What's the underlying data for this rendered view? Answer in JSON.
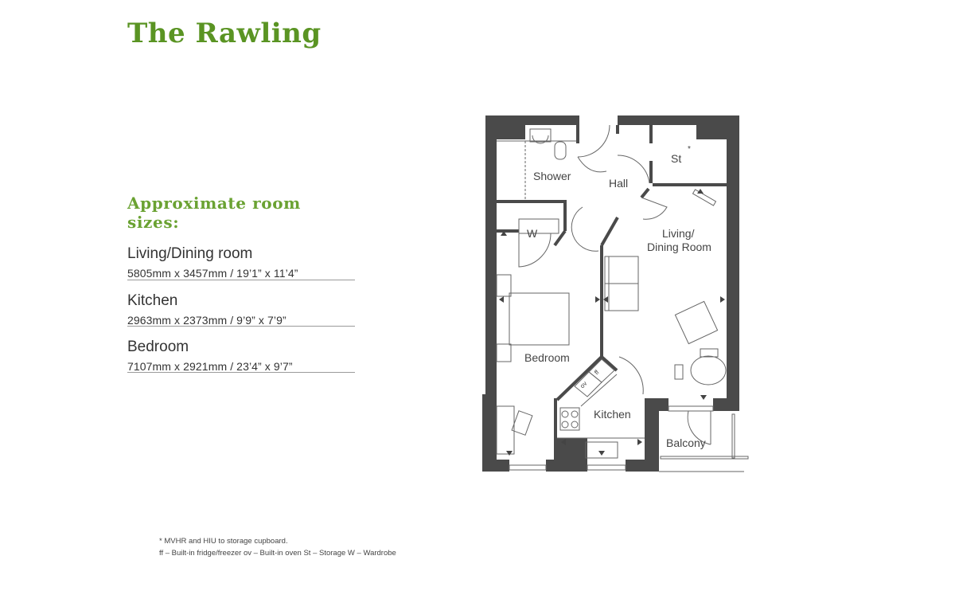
{
  "title": "The Rawling",
  "sizes_heading": "Approximate room sizes:",
  "rooms": [
    {
      "name": "Living/Dining room",
      "dims": "5805mm x 3457mm  /  19’1” x 11’4”"
    },
    {
      "name": "Kitchen",
      "dims": "2963mm x 2373mm  /  9’9” x 7’9”"
    },
    {
      "name": "Bedroom",
      "dims": "7107mm x 2921mm  /  23’4” x 9’7”"
    }
  ],
  "footnotes": {
    "line1": "* MVHR and HIU to storage cupboard.",
    "line2": "ff – Built-in fridge/freezer   ov – Built-in oven   St – Storage   W – Wardrobe"
  },
  "plan": {
    "labels": {
      "shower": "Shower",
      "hall": "Hall",
      "storage": "St",
      "storage_mark": "*",
      "wardrobe": "W",
      "living_line1": "Living/",
      "living_line2": "Dining Room",
      "bedroom": "Bedroom",
      "kitchen": "Kitchen",
      "balcony": "Balcony",
      "fridge": "ff",
      "oven": "ov"
    },
    "colors": {
      "wall": "#4a4a4a",
      "line": "#555555",
      "accent_green": "#5a9423"
    }
  }
}
